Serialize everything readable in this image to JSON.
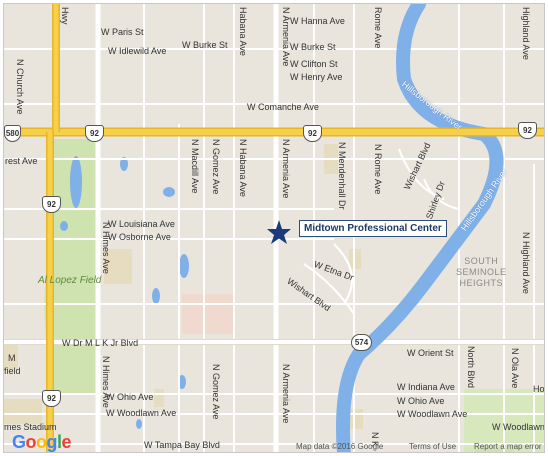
{
  "streets": {
    "hwy": "Hwy",
    "paris": "W Paris St",
    "idlewild": "W Idlewild Ave",
    "burke_w": "W Burke St",
    "hanna": "W Hanna Ave",
    "burke": "W Burke St",
    "clifton": "W Clifton St",
    "henry": "W Henry Ave",
    "comanche": "W Comanche Ave",
    "rest": "rest Ave",
    "louisiana": "W Louisiana Ave",
    "osborne": "W Osborne Ave",
    "mlk": "W Dr M L K Jr Blvd",
    "orient": "W Orient St",
    "ohio": "W Ohio Ave",
    "woodlawn": "W Woodlawn Ave",
    "indiana_e": "W Indiana Ave",
    "ohio_e": "W Ohio Ave",
    "woodlawn_e": "W Woodlawn Ave",
    "tampa_bay": "W Tampa Bay Blvd",
    "woodlawn_far": "W Woodlawn",
    "etna": "W Etna Dr",
    "wishart_blvd": "Wishart Blvd",
    "wishart_blvd2": "Wishart Blvd",
    "shirley": "Shirley Dr",
    "church": "N Church Ave",
    "himes": "N Himes Ave",
    "himes2": "N Himes Ave",
    "macdill": "N Macdill Ave",
    "gomez": "N Gomez Ave",
    "gomez2": "N Gomez Ave",
    "habana_top": "Habana Ave",
    "habana": "N Habana Ave",
    "armenia": "N Armenia Ave",
    "armenia2": "N Armenia Ave",
    "armenia_top": "N Armenia Ave",
    "mendenhall": "N Mendenhall Dr",
    "rome": "N Rome Ave",
    "rome_top": "Rome Ave",
    "highland": "N Highland Ave",
    "highland_top": "Highland Ave",
    "north_blvd": "North Blvd",
    "ola": "N Ola Ave",
    "k": "N K",
    "ho": "Ho"
  },
  "places": {
    "al_lopez": "Al Lopez Field",
    "south_seminole": "SOUTH\nSEMINOLE\nHEIGHTS",
    "river1": "Hillsborough River",
    "river2": "Hillsborough River",
    "stadium": "mes Stadium",
    "m": "M",
    "field": "field"
  },
  "shields": {
    "i580": "580",
    "us92_left": "92",
    "us92_mid": "92",
    "us92_right": "92",
    "us92_south_a": "92",
    "us92_south_b": "92",
    "sr574": "574"
  },
  "marker": {
    "label": "Midtown Professional Center",
    "icon": "star-icon",
    "color": "#1a3a7c"
  },
  "footer": {
    "logo": "Google",
    "map_data": "Map data ©2016 Google",
    "terms": "Terms of Use",
    "report": "Report a map error"
  },
  "colors": {
    "land": "#e9e5dc",
    "water": "#7fb0e8",
    "highway": "#f5c83a",
    "park": "#cfe3b0",
    "commercial": "#f0d9cf"
  }
}
